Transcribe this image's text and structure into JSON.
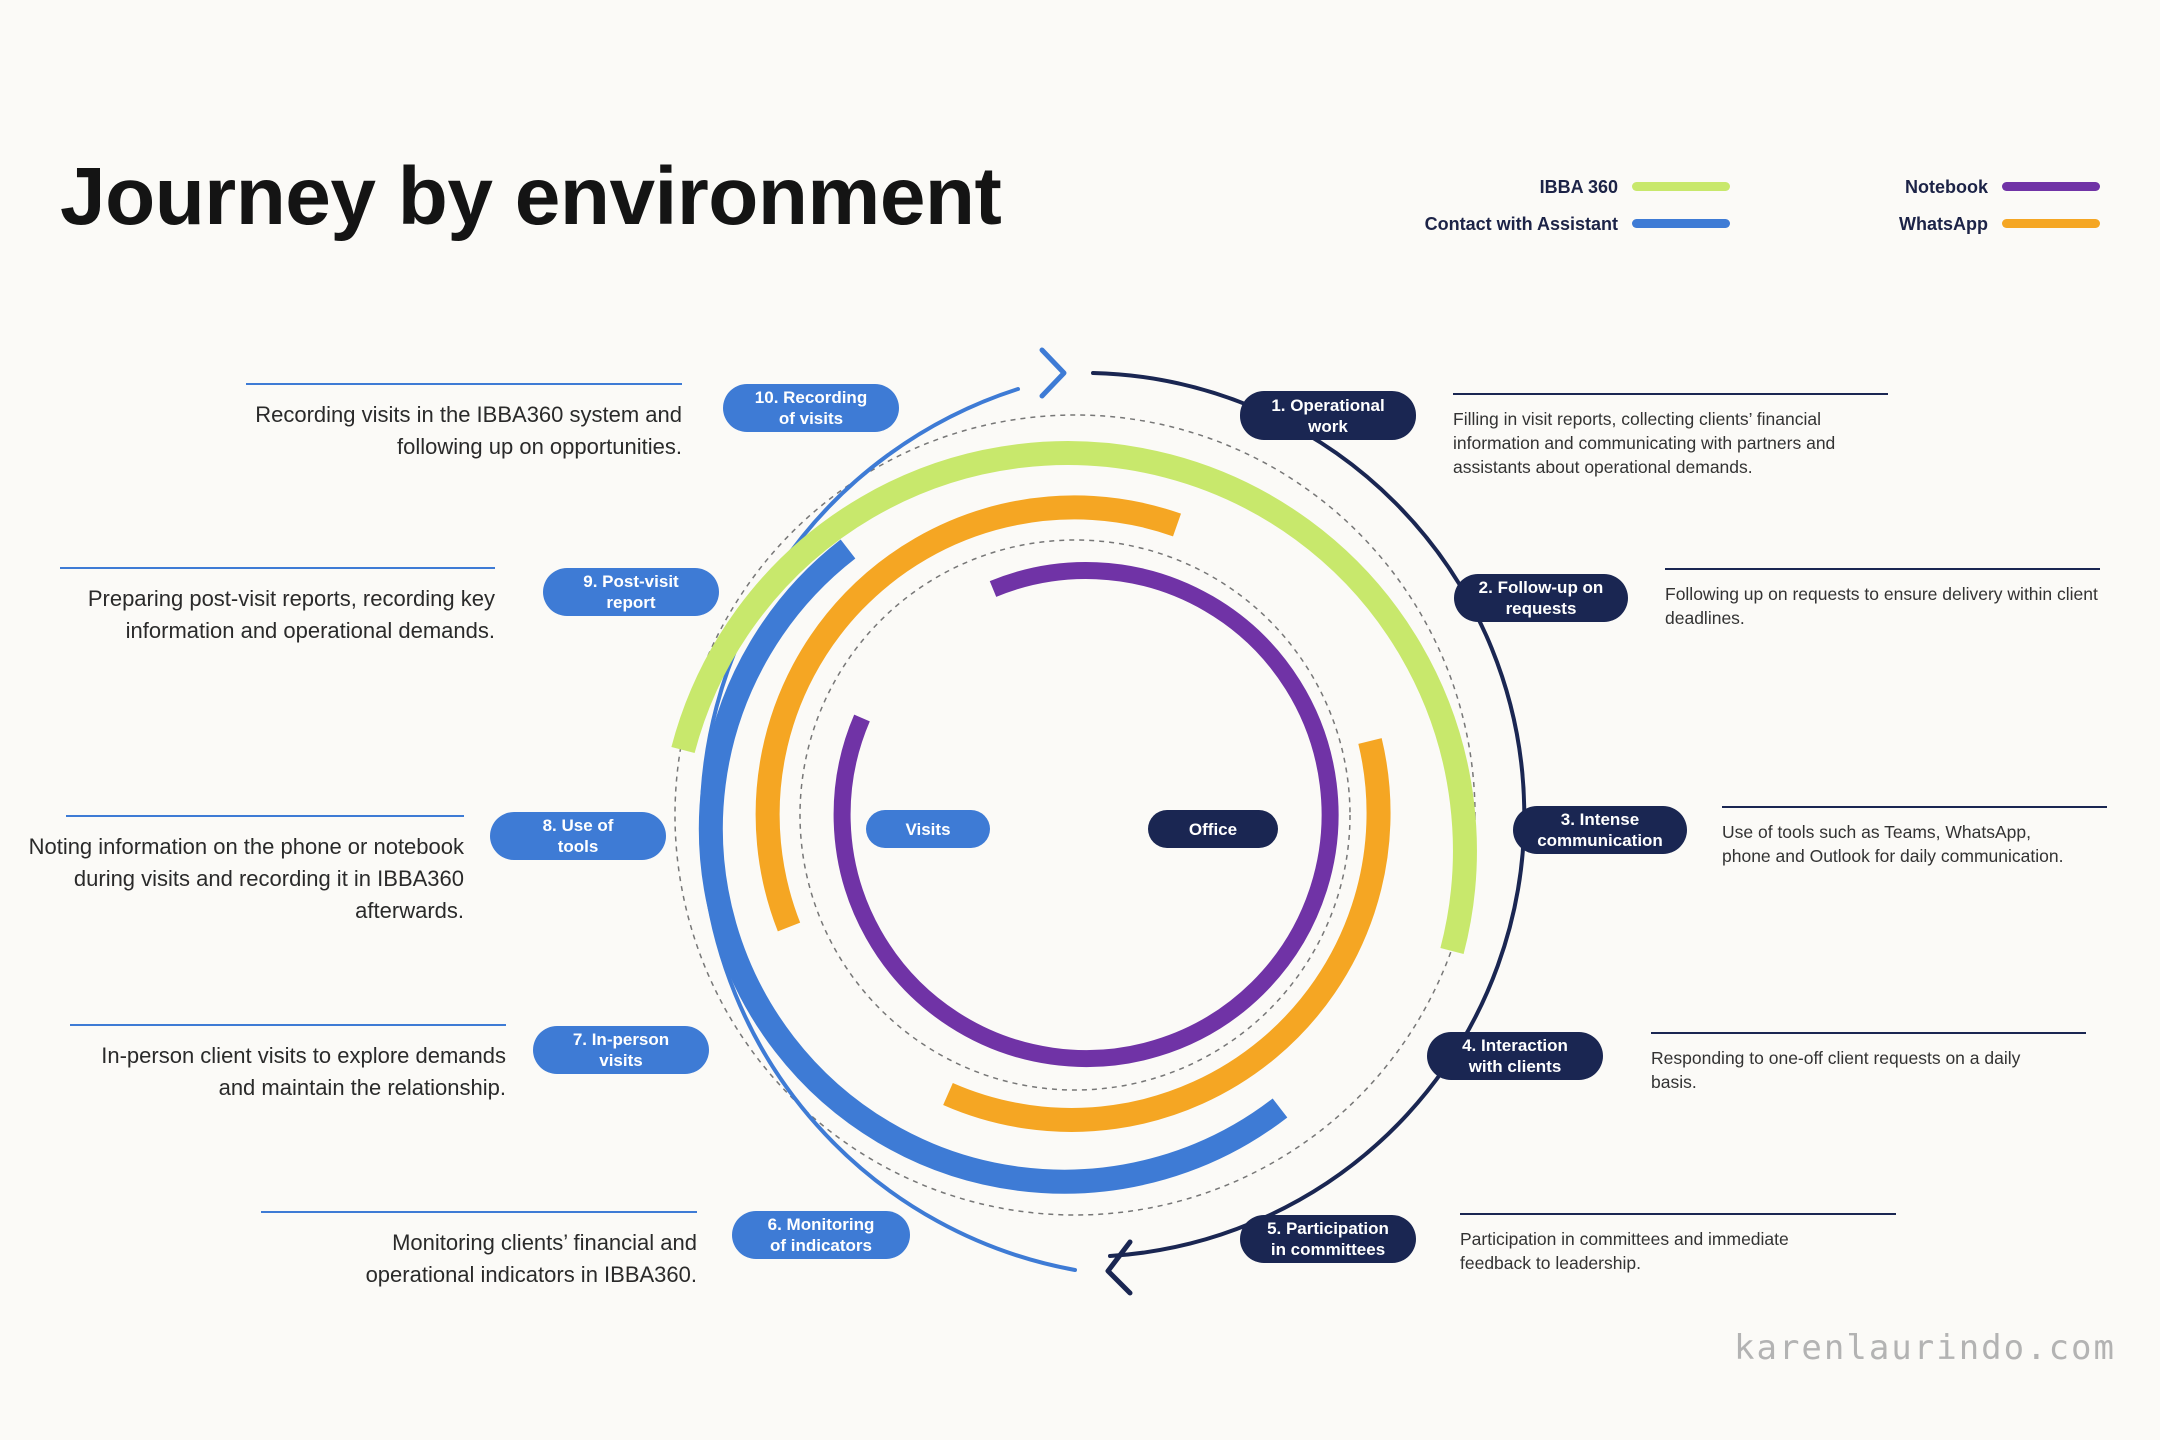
{
  "title": "Journey by environment",
  "legend": [
    {
      "label": "IBBA 360",
      "color": "#c8e86c"
    },
    {
      "label": "Contact with Assistant",
      "color": "#3e7bd5"
    },
    {
      "label": "Notebook",
      "color": "#7033a6"
    },
    {
      "label": "WhatsApp",
      "color": "#f5a623"
    }
  ],
  "center": {
    "left_label": "Visits",
    "right_label": "Office"
  },
  "steps": [
    {
      "label": [
        "1. Operational",
        "work"
      ],
      "side": "office",
      "text": "Filling in visit reports, collecting clients’ financial information and communicating with partners and assistants about operational demands."
    },
    {
      "label": [
        "2. Follow-up on",
        "requests"
      ],
      "side": "office",
      "text": "Following up on requests to ensure delivery within client deadlines."
    },
    {
      "label": [
        "3. Intense",
        "communication"
      ],
      "side": "office",
      "text": "Use of tools such as Teams, WhatsApp, phone and Outlook for daily communication."
    },
    {
      "label": [
        "4. Interaction",
        "with clients"
      ],
      "side": "office",
      "text": "Responding to one-off client requests on a daily basis."
    },
    {
      "label": [
        "5. Participation",
        "in committees"
      ],
      "side": "office",
      "text": "Participation in committees and immediate feedback to leadership."
    },
    {
      "label": [
        "6. Monitoring",
        "of indicators"
      ],
      "side": "visits",
      "text": "Monitoring clients’ financial and operational indicators in IBBA360."
    },
    {
      "label": [
        "7. In-person",
        "visits"
      ],
      "side": "visits",
      "text": "In-person client visits to explore demands and maintain the relationship."
    },
    {
      "label": [
        "8. Use of",
        "tools"
      ],
      "side": "visits",
      "text": "Noting information on the phone or notebook during visits and recording it in IBBA360 afterwards."
    },
    {
      "label": [
        "9. Post-visit",
        "report"
      ],
      "side": "visits",
      "text": "Preparing post-visit reports, recording key information and operational demands."
    },
    {
      "label": [
        "10. Recording",
        "of visits"
      ],
      "side": "visits",
      "text": "Recording visits in the IBBA360 system and following up on opportunities."
    }
  ],
  "credit": "karenlaurindo.com",
  "colors": {
    "blue": "#3e7bd5",
    "navy": "#1a2652",
    "lime": "#c8e86c",
    "orange": "#f5a623",
    "purple": "#7033a6"
  }
}
